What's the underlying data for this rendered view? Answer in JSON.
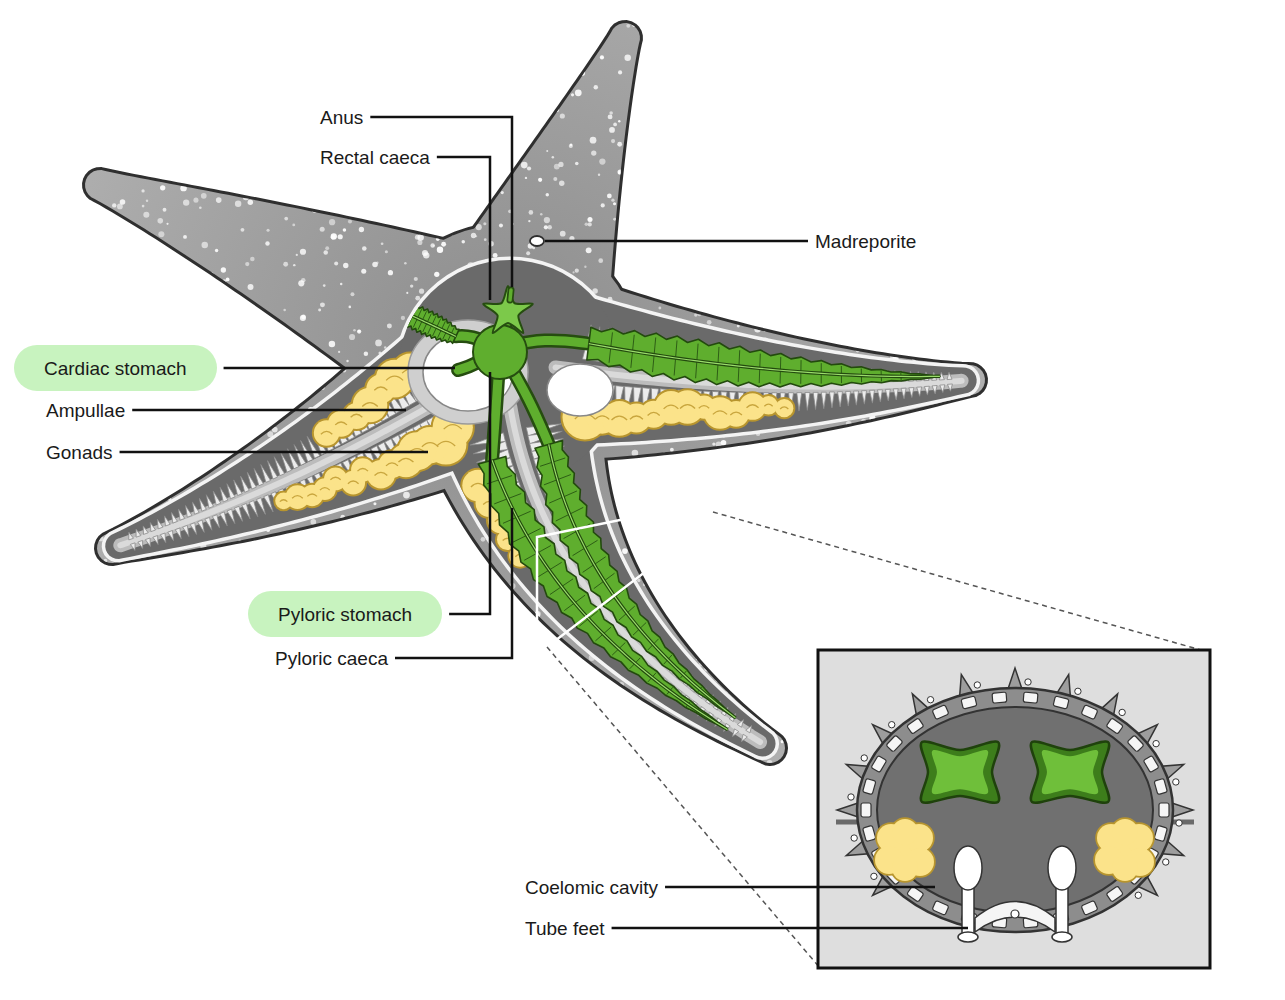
{
  "diagram": {
    "nodes": [
      {
        "text": [
          "Cardiac stomach"
        ]
      },
      {
        "text": [
          "Pyloric stomach"
        ]
      }
    ],
    "labels": [
      "Anus",
      "Rectal caeca",
      "Madreporite",
      "Ampullae",
      "Gonads",
      "Pyloric caeca",
      "Coelomic cavity",
      "Tube feet"
    ]
  }
}
